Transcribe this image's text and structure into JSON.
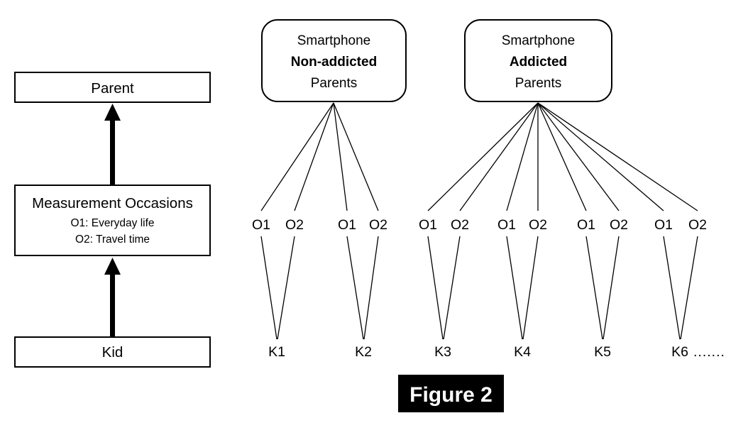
{
  "figure": {
    "caption": "Figure 2"
  },
  "left_panel": {
    "levels": [
      {
        "id": "parent",
        "title": "Parent",
        "sublines": []
      },
      {
        "id": "measurement-occasions",
        "title": "Measurement Occasions",
        "sublines": [
          "O1: Everyday life",
          "O2: Travel time"
        ]
      },
      {
        "id": "kid",
        "title": "Kid",
        "sublines": []
      }
    ],
    "arrow_direction": "upward"
  },
  "right_panel": {
    "groups": [
      {
        "id": "non-addicted",
        "line1": "Smartphone",
        "line2": "Non-addicted",
        "line3": "Parents",
        "kid_count": 2
      },
      {
        "id": "addicted",
        "line1": "Smartphone",
        "line2": "Addicted",
        "line3": "Parents",
        "kid_count": 4
      }
    ],
    "occasion_labels": [
      "O1",
      "O2"
    ],
    "occasion_pairs": [
      {
        "kid": "K1",
        "o1": "O1",
        "o2": "O2",
        "group": "non-addicted"
      },
      {
        "kid": "K2",
        "o1": "O1",
        "o2": "O2",
        "group": "non-addicted"
      },
      {
        "kid": "K3",
        "o1": "O1",
        "o2": "O2",
        "group": "addicted"
      },
      {
        "kid": "K4",
        "o1": "O1",
        "o2": "O2",
        "group": "addicted"
      },
      {
        "kid": "K5",
        "o1": "O1",
        "o2": "O2",
        "group": "addicted"
      },
      {
        "kid": "K6",
        "o1": "O1",
        "o2": "O2",
        "group": "addicted"
      }
    ],
    "kid_labels": [
      "K1",
      "K2",
      "K3",
      "K4",
      "K5",
      "K6"
    ],
    "continuation_marker": "......."
  },
  "colors": {
    "stroke": "#000000",
    "fill": "#ffffff",
    "caption_bg": "#000000",
    "caption_text": "#ffffff"
  }
}
